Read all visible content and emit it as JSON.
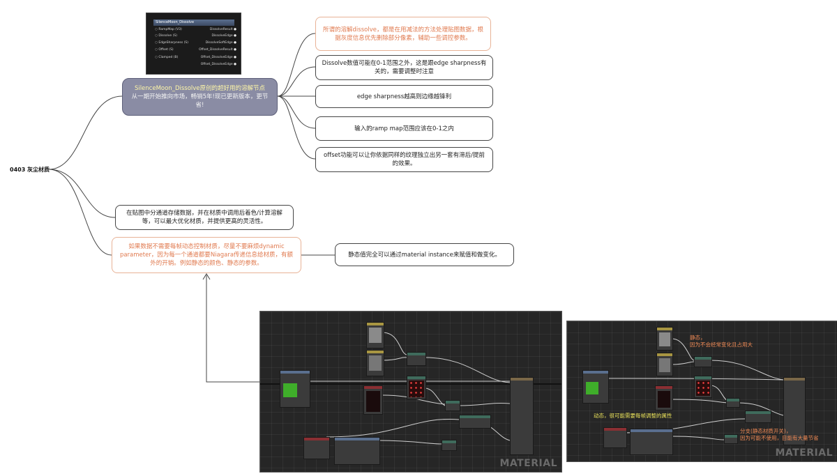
{
  "root": {
    "label": "0403 灰尘材质"
  },
  "dissolve_node": {
    "title": "SilenceMoon_Dissolve",
    "inputs": [
      "RampMap (V3)",
      "Dissolve (S)",
      "EdgeSharpness (S)",
      "Offset (S)",
      "Clamped (B)"
    ],
    "outputs": [
      "DissolveResult",
      "DissolveEdge",
      "DissolveSoftEdge",
      "Offset_DissolveResult",
      "Offset_DissolveEdge",
      "Offset_DissolveEdge"
    ]
  },
  "purple_node": {
    "line1": "SilenceMoon_Dissolve原创的超好用的溶解节点",
    "line2": "从一期开始推向市场，畅销5年!现已更新版本，更节省!"
  },
  "notes": {
    "n1": "所谓的溶解dissolve，都是在用减法的方法处理贴图数据，根据灰度信息优先删除部分像素，辅助一些调控参数。",
    "n2": "Dissolve数值可能在0-1范围之外，这是跟edge sharpness有关的，需要调整时注意",
    "n3": "edge sharpness越高则边缘越锋利",
    "n4": "输入的ramp map范围应该在0-1之内",
    "n5": "offset功能可以让你依据同样的纹理独立出另一套有滞后/提前的效果。",
    "n6": "在贴图中分通道存储数据，并在材质中调用后着色/计算溶解等，可以最大优化材质，并提供更高的灵活性。",
    "n7": "如果数据不需要每帧动态控制材质，尽量不要麻烦dynamic parameter，因为每一个通道都要Niagara传递信息给材质，有额外的开销。例如静态的颜色、静态的参数。",
    "n8": "静态值完全可以通过material instance来赋值和做变化。"
  },
  "graph1": {
    "watermark": "MATERIAL"
  },
  "graph2": {
    "watermark": "MATERIAL",
    "annot_static": "静态，\n因为不会经常变化且占用大",
    "annot_dynamic": "动态，很可能需要每帧调整的属性",
    "annot_branch": "分支(静态材质开关)，\n因为可能不使用，目能有大量节省"
  },
  "colors": {
    "orange_text": "#e07a4f",
    "purple_fill": "#8a8ca4",
    "graph_bg": "#262626"
  }
}
